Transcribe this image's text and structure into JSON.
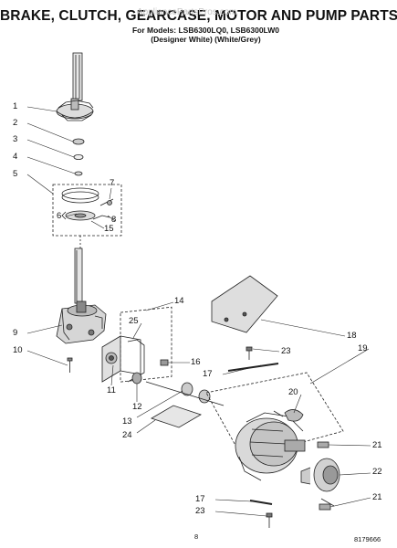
{
  "header": {
    "title": "BRAKE, CLUTCH, GEARCASE, MOTOR AND PUMP PARTS",
    "models_line": "For Models: LSB6300LQ0, LSB6300LW0",
    "colors_line": "(Designer White)  (White/Grey)",
    "watermark": "AppliancePartsPros.com"
  },
  "callouts": {
    "c1": "1",
    "c2": "2",
    "c3": "3",
    "c4": "4",
    "c5": "5",
    "c6": "6",
    "c7": "7",
    "c8": "8",
    "c15": "15",
    "c9": "9",
    "c10": "10",
    "c11": "11",
    "c12": "12",
    "c13": "13",
    "c14": "14",
    "c25": "25",
    "c16": "16",
    "c17a": "17",
    "c18": "18",
    "c19": "19",
    "c20": "20",
    "c21a": "21",
    "c21b": "21",
    "c22": "22",
    "c23a": "23",
    "c23b": "23",
    "c24": "24",
    "c17b": "17"
  },
  "footer": {
    "page": "8",
    "part_number": "8179666"
  }
}
